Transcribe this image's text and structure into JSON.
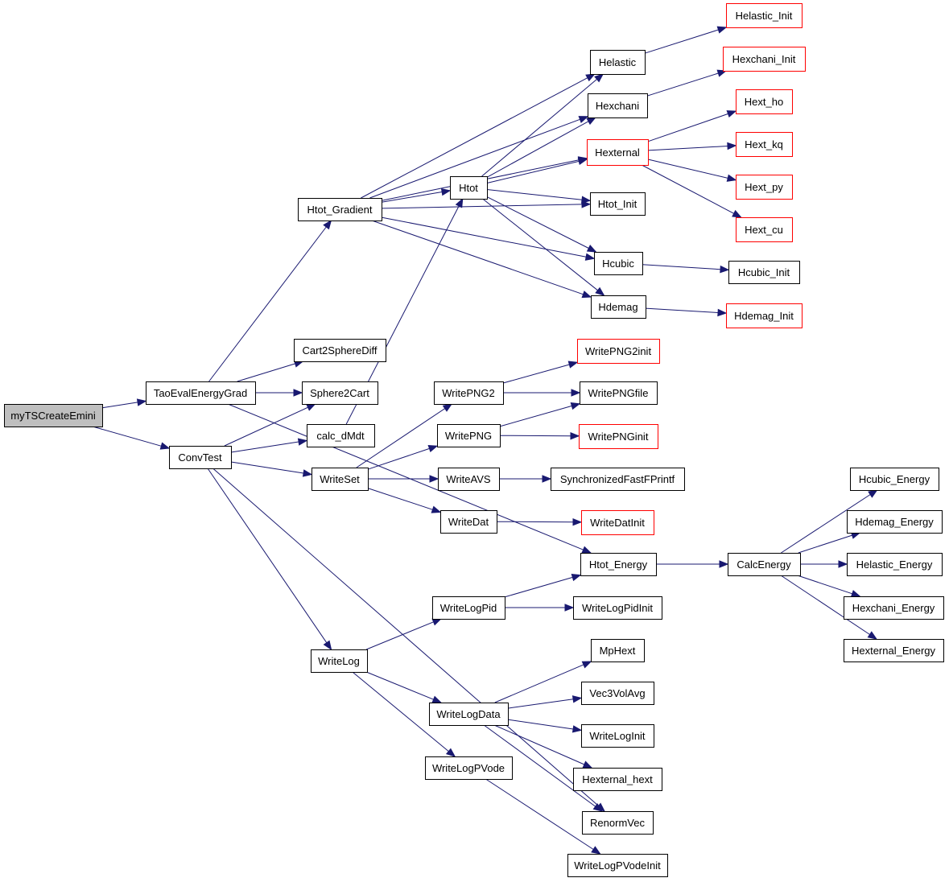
{
  "colors": {
    "edge": "#191970",
    "node_border": "#000000",
    "node_border_external": "#ff0000",
    "root_fill": "#bfbfbf",
    "node_fill": "#ffffff",
    "text": "#000000"
  },
  "nodes": {
    "myTSCreateEmini": {
      "label": "myTSCreateEmini",
      "style": "root"
    },
    "TaoEvalEnergyGrad": {
      "label": "TaoEvalEnergyGrad",
      "style": "normal"
    },
    "ConvTest": {
      "label": "ConvTest",
      "style": "normal"
    },
    "Htot_Gradient": {
      "label": "Htot_Gradient",
      "style": "normal"
    },
    "Cart2SphereDiff": {
      "label": "Cart2SphereDiff",
      "style": "normal"
    },
    "Sphere2Cart": {
      "label": "Sphere2Cart",
      "style": "normal"
    },
    "calc_dMdt": {
      "label": "calc_dMdt",
      "style": "normal"
    },
    "WriteSet": {
      "label": "WriteSet",
      "style": "normal"
    },
    "WriteLog": {
      "label": "WriteLog",
      "style": "normal"
    },
    "Htot": {
      "label": "Htot",
      "style": "normal"
    },
    "WritePNG2": {
      "label": "WritePNG2",
      "style": "normal"
    },
    "WritePNG": {
      "label": "WritePNG",
      "style": "normal"
    },
    "WriteAVS": {
      "label": "WriteAVS",
      "style": "normal"
    },
    "WriteDat": {
      "label": "WriteDat",
      "style": "normal"
    },
    "WriteLogPid": {
      "label": "WriteLogPid",
      "style": "normal"
    },
    "WriteLogData": {
      "label": "WriteLogData",
      "style": "normal"
    },
    "WriteLogPVode": {
      "label": "WriteLogPVode",
      "style": "normal"
    },
    "Helastic": {
      "label": "Helastic",
      "style": "normal"
    },
    "Hexchani": {
      "label": "Hexchani",
      "style": "normal"
    },
    "Hexternal": {
      "label": "Hexternal",
      "style": "external"
    },
    "Htot_Init": {
      "label": "Htot_Init",
      "style": "normal"
    },
    "Hcubic": {
      "label": "Hcubic",
      "style": "normal"
    },
    "Hdemag": {
      "label": "Hdemag",
      "style": "normal"
    },
    "WritePNG2init": {
      "label": "WritePNG2init",
      "style": "external"
    },
    "WritePNGfile": {
      "label": "WritePNGfile",
      "style": "normal"
    },
    "WritePNGinit": {
      "label": "WritePNGinit",
      "style": "external"
    },
    "SynchronizedFastFPrintf": {
      "label": "SynchronizedFastFPrintf",
      "style": "normal"
    },
    "WriteDatInit": {
      "label": "WriteDatInit",
      "style": "external"
    },
    "Htot_Energy": {
      "label": "Htot_Energy",
      "style": "normal"
    },
    "WriteLogPidInit": {
      "label": "WriteLogPidInit",
      "style": "normal"
    },
    "MpHext": {
      "label": "MpHext",
      "style": "normal"
    },
    "Vec3VolAvg": {
      "label": "Vec3VolAvg",
      "style": "normal"
    },
    "WriteLogInit": {
      "label": "WriteLogInit",
      "style": "normal"
    },
    "Hexternal_hext": {
      "label": "Hexternal_hext",
      "style": "normal"
    },
    "RenormVec": {
      "label": "RenormVec",
      "style": "normal"
    },
    "WriteLogPVodeInit": {
      "label": "WriteLogPVodeInit",
      "style": "normal"
    },
    "Helastic_Init": {
      "label": "Helastic_Init",
      "style": "external"
    },
    "Hexchani_Init": {
      "label": "Hexchani_Init",
      "style": "external"
    },
    "Hext_ho": {
      "label": "Hext_ho",
      "style": "external"
    },
    "Hext_kq": {
      "label": "Hext_kq",
      "style": "external"
    },
    "Hext_py": {
      "label": "Hext_py",
      "style": "external"
    },
    "Hext_cu": {
      "label": "Hext_cu",
      "style": "external"
    },
    "Hcubic_Init": {
      "label": "Hcubic_Init",
      "style": "normal"
    },
    "Hdemag_Init": {
      "label": "Hdemag_Init",
      "style": "external"
    },
    "CalcEnergy": {
      "label": "CalcEnergy",
      "style": "normal"
    },
    "Hcubic_Energy": {
      "label": "Hcubic_Energy",
      "style": "normal"
    },
    "Hdemag_Energy": {
      "label": "Hdemag_Energy",
      "style": "normal"
    },
    "Helastic_Energy": {
      "label": "Helastic_Energy",
      "style": "normal"
    },
    "Hexchani_Energy": {
      "label": "Hexchani_Energy",
      "style": "normal"
    },
    "Hexternal_Energy": {
      "label": "Hexternal_Energy",
      "style": "normal"
    }
  },
  "edges": [
    [
      "myTSCreateEmini",
      "TaoEvalEnergyGrad"
    ],
    [
      "myTSCreateEmini",
      "ConvTest"
    ],
    [
      "TaoEvalEnergyGrad",
      "Htot_Gradient"
    ],
    [
      "TaoEvalEnergyGrad",
      "Cart2SphereDiff"
    ],
    [
      "TaoEvalEnergyGrad",
      "Sphere2Cart"
    ],
    [
      "TaoEvalEnergyGrad",
      "Htot_Energy"
    ],
    [
      "ConvTest",
      "Sphere2Cart"
    ],
    [
      "ConvTest",
      "calc_dMdt"
    ],
    [
      "ConvTest",
      "WriteSet"
    ],
    [
      "ConvTest",
      "WriteLog"
    ],
    [
      "ConvTest",
      "RenormVec"
    ],
    [
      "Htot_Gradient",
      "Helastic"
    ],
    [
      "Htot_Gradient",
      "Hexchani"
    ],
    [
      "Htot_Gradient",
      "Hexternal"
    ],
    [
      "Htot_Gradient",
      "Htot"
    ],
    [
      "Htot_Gradient",
      "Htot_Init"
    ],
    [
      "Htot_Gradient",
      "Hcubic"
    ],
    [
      "Htot_Gradient",
      "Hdemag"
    ],
    [
      "calc_dMdt",
      "Htot"
    ],
    [
      "Htot",
      "Helastic"
    ],
    [
      "Htot",
      "Hexchani"
    ],
    [
      "Htot",
      "Hexternal"
    ],
    [
      "Htot",
      "Htot_Init"
    ],
    [
      "Htot",
      "Hcubic"
    ],
    [
      "Htot",
      "Hdemag"
    ],
    [
      "WriteSet",
      "WritePNG2"
    ],
    [
      "WriteSet",
      "WritePNG"
    ],
    [
      "WriteSet",
      "WriteAVS"
    ],
    [
      "WriteSet",
      "WriteDat"
    ],
    [
      "WritePNG2",
      "WritePNG2init"
    ],
    [
      "WritePNG2",
      "WritePNGfile"
    ],
    [
      "WritePNG",
      "WritePNGfile"
    ],
    [
      "WritePNG",
      "WritePNGinit"
    ],
    [
      "WriteAVS",
      "SynchronizedFastFPrintf"
    ],
    [
      "WriteDat",
      "WriteDatInit"
    ],
    [
      "WriteLog",
      "WriteLogPid"
    ],
    [
      "WriteLog",
      "WriteLogData"
    ],
    [
      "WriteLog",
      "WriteLogPVode"
    ],
    [
      "WriteLogPid",
      "Htot_Energy"
    ],
    [
      "WriteLogPid",
      "WriteLogPidInit"
    ],
    [
      "WriteLogData",
      "MpHext"
    ],
    [
      "WriteLogData",
      "Vec3VolAvg"
    ],
    [
      "WriteLogData",
      "WriteLogInit"
    ],
    [
      "WriteLogData",
      "Hexternal_hext"
    ],
    [
      "WriteLogData",
      "RenormVec"
    ],
    [
      "WriteLogPVode",
      "WriteLogPVodeInit"
    ],
    [
      "Helastic",
      "Helastic_Init"
    ],
    [
      "Hexchani",
      "Hexchani_Init"
    ],
    [
      "Hexternal",
      "Hext_ho"
    ],
    [
      "Hexternal",
      "Hext_kq"
    ],
    [
      "Hexternal",
      "Hext_py"
    ],
    [
      "Hexternal",
      "Hext_cu"
    ],
    [
      "Hcubic",
      "Hcubic_Init"
    ],
    [
      "Hdemag",
      "Hdemag_Init"
    ],
    [
      "Htot_Energy",
      "CalcEnergy"
    ],
    [
      "CalcEnergy",
      "Hcubic_Energy"
    ],
    [
      "CalcEnergy",
      "Hdemag_Energy"
    ],
    [
      "CalcEnergy",
      "Helastic_Energy"
    ],
    [
      "CalcEnergy",
      "Hexchani_Energy"
    ],
    [
      "CalcEnergy",
      "Hexternal_Energy"
    ]
  ]
}
